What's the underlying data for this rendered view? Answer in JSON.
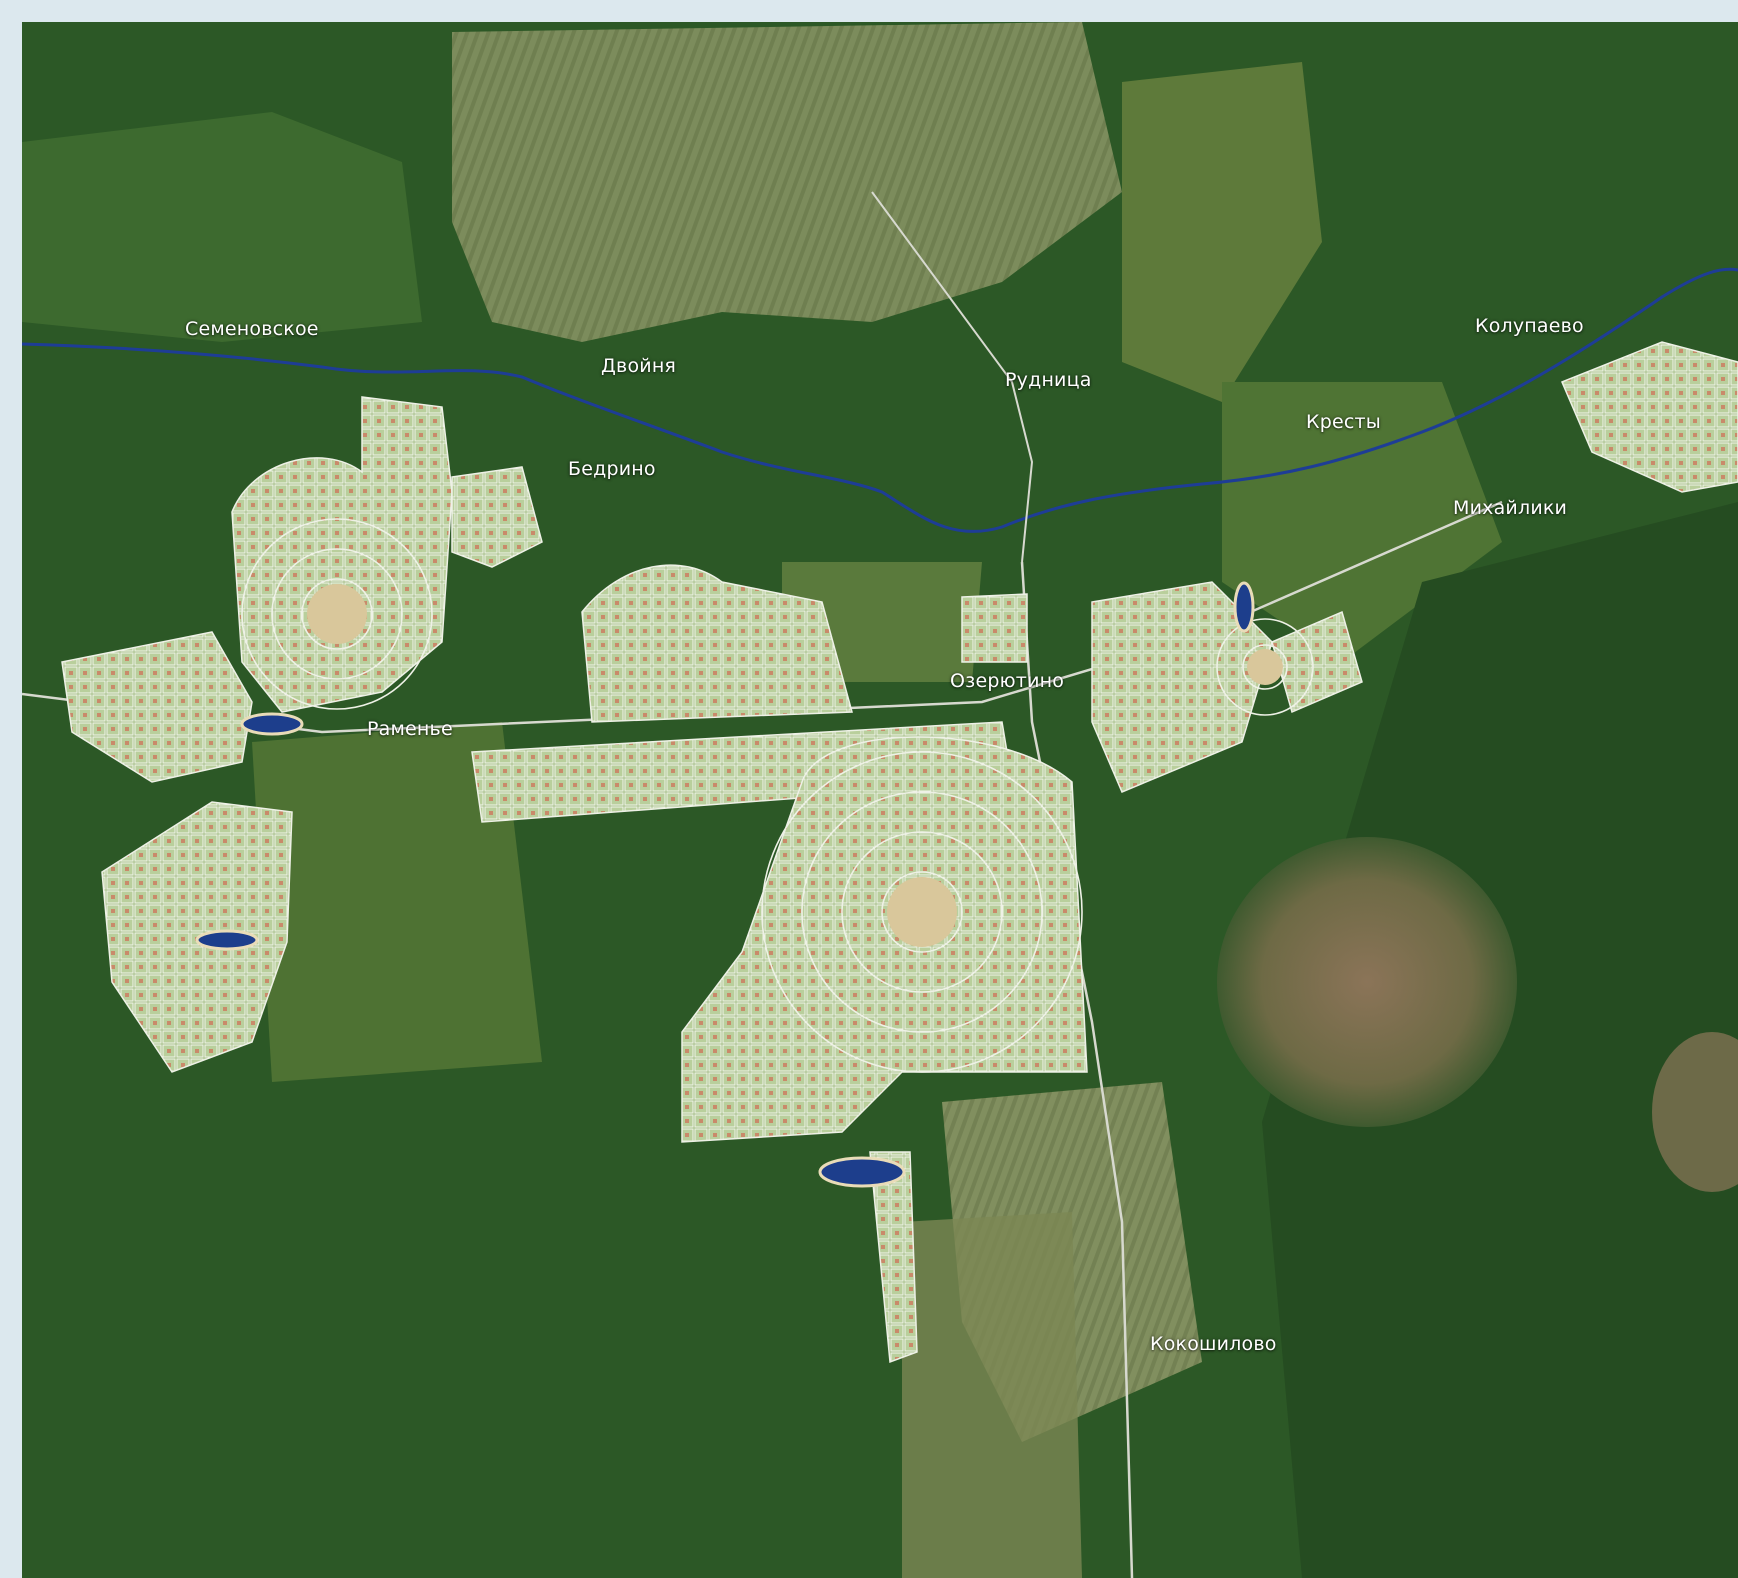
{
  "map": {
    "labels": {
      "semenovskoe": "Семеновское",
      "dvoynya": "Двойня",
      "rudnitsa": "Рудница",
      "kolupaevo": "Колупаево",
      "kresty": "Кресты",
      "bedrino": "Бедрино",
      "mikhayliki": "Михайлики",
      "ozeryutino": "Озерютино",
      "ramenye": "Раменье",
      "kokoshilovo": "Кокошилово"
    },
    "colors": {
      "forest_dark": "#244a1f",
      "forest": "#2f5d28",
      "field": "#7e8c58",
      "meadow": "#5d7a3b",
      "river": "#1f3f9a",
      "settlement": "#a9c48c",
      "road": "#e8ebe4",
      "bog": "#7a6a50"
    }
  }
}
